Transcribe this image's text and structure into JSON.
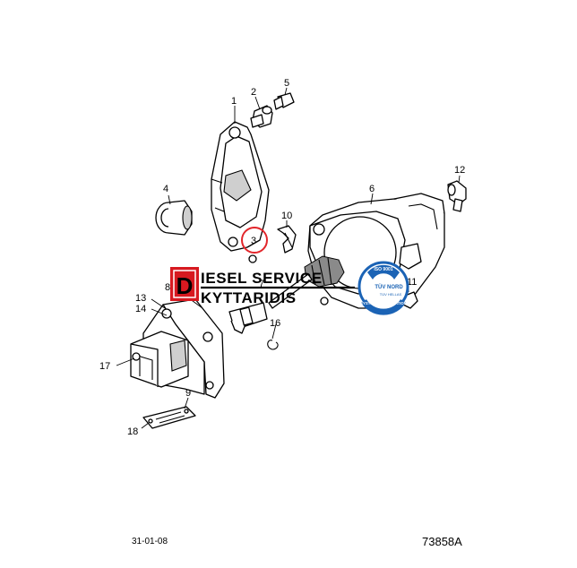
{
  "callouts": {
    "p1": "1",
    "p2": "2",
    "p3": "3",
    "p4": "4",
    "p5": "5",
    "p6": "6",
    "p7": "7",
    "p8": "8",
    "p9": "9",
    "p10": "10",
    "p11": "11",
    "p12": "12",
    "p13": "13",
    "p14": "14",
    "p16": "16",
    "p17": "17",
    "p18": "18"
  },
  "watermark": {
    "badge_letter": "D",
    "line1": "IESEL SERVICE",
    "line2": "KYTTARIDIS",
    "cert_top": "ISO 9001",
    "cert_mid": "TÜV NORD",
    "cert_bottom": "SYSTEM CERTIFICATION",
    "cert_small": "TÜV HELLAS"
  },
  "footer": {
    "date_code": "31-01-08",
    "figure_code": "73858A"
  },
  "colors": {
    "highlight_ring": "#e2262b",
    "badge_red": "#d71920",
    "watermark_text": "#000000",
    "cert_blue": "#1b63b5"
  }
}
